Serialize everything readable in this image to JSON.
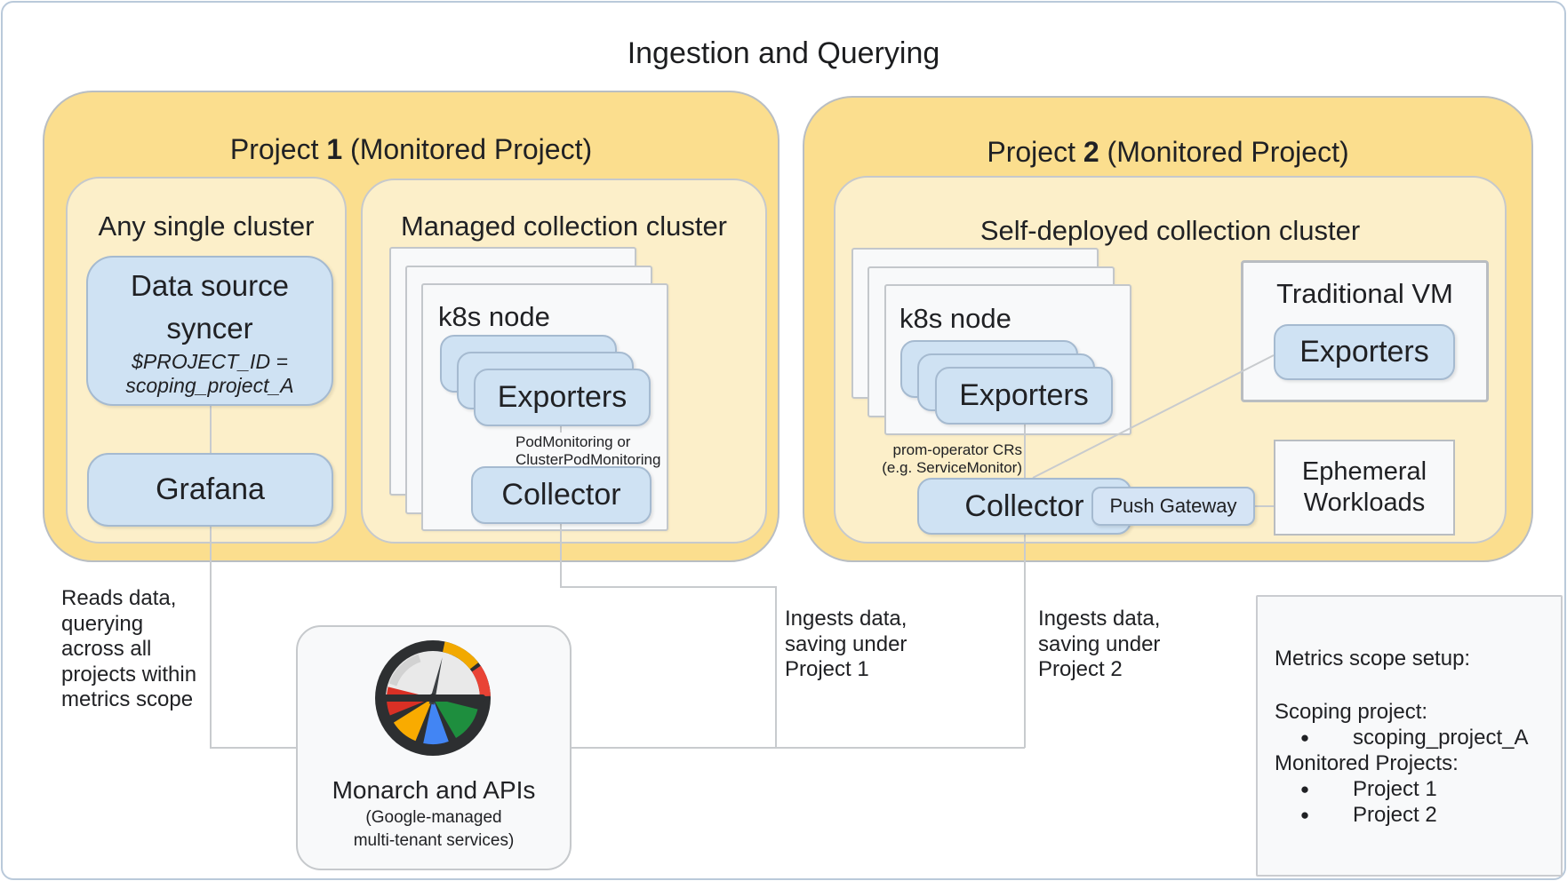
{
  "title": "Ingestion and Querying",
  "colors": {
    "gold": "#fbde8e",
    "gold_light": "#fcefc9",
    "blue_chip": "#cfe2f3",
    "card": "#f8f9fa",
    "line": "#c8cbce"
  },
  "project1": {
    "title": [
      "Project ",
      "1",
      " (Monitored Project)"
    ],
    "any_single_cluster": {
      "label": "Any single cluster",
      "data_source_syncer": {
        "title": "Data source syncer",
        "var_line1": "$PROJECT_ID =",
        "var_line2": "scoping_project_A"
      },
      "grafana": "Grafana"
    },
    "managed_cluster": {
      "label": "Managed collection cluster",
      "k8s_node": "k8s node",
      "exporters": "Exporters",
      "pod_monitoring": "PodMonitoring or\nClusterPodMonitoring",
      "collector": "Collector"
    }
  },
  "project2": {
    "title": [
      "Project ",
      "2",
      " (Monitored Project)"
    ],
    "self_deployed_cluster": {
      "label": "Self-deployed collection cluster",
      "k8s_node": "k8s node",
      "exporters": "Exporters",
      "prom_operator": "prom-operator CRs\n(e.g. ServiceMonitor)",
      "collector": "Collector",
      "push_gateway": "Push Gateway"
    },
    "traditional_vm": {
      "label": "Traditional VM",
      "exporters": "Exporters"
    },
    "ephemeral_workloads": "Ephemeral Workloads"
  },
  "annotations": {
    "reads": "Reads data,\nquerying\nacross all\nprojects within\nmetrics scope",
    "ingest_project1": "Ingests data,\nsaving under\nProject 1",
    "ingest_project2": "Ingests data,\nsaving under\nProject 2"
  },
  "monarch": {
    "title": "Monarch and APIs",
    "subtitle": "(Google-managed\nmulti-tenant services)"
  },
  "metrics_scope": {
    "heading": "Metrics scope setup:",
    "scoping_label": "Scoping project:",
    "scoping_items": [
      "scoping_project_A"
    ],
    "monitored_label": "Monitored Projects:",
    "monitored_items": [
      "Project 1",
      "Project 2"
    ],
    "bullet": "●"
  }
}
